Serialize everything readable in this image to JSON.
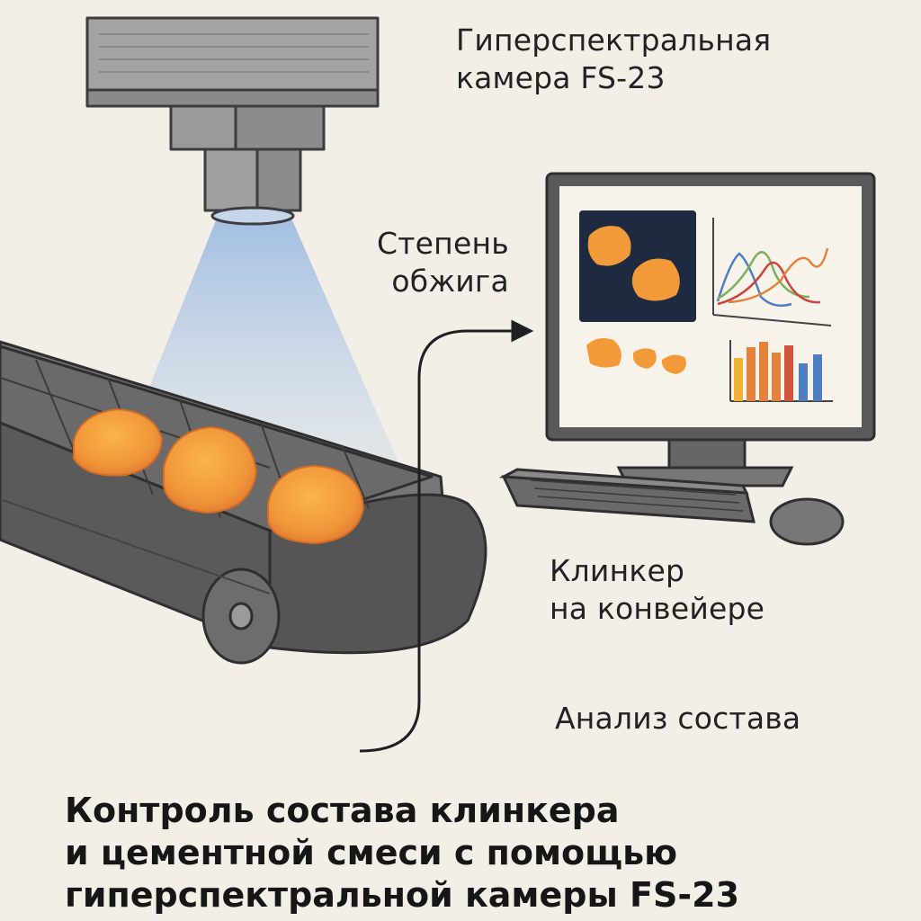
{
  "labels": {
    "camera": [
      "Гиперспектральная",
      "камера FS-23"
    ],
    "burn_degree": [
      "Степень",
      "обжига"
    ],
    "clinker": [
      "Клинкер",
      "на конвейере"
    ],
    "analysis": "Анализ состава"
  },
  "title": [
    "Контроль состава клинкера",
    "и цементной смеси с помощью",
    "гиперспектральной камеры FS-23"
  ],
  "colors": {
    "background": "#f4efe6",
    "camera_body": "#9c9c9c",
    "belt": "#5d5d5d",
    "clinker": "#f29a3a",
    "light_beam": "#b9cde6",
    "series": [
      "#4f7fc1",
      "#e4823c",
      "#7cb05a",
      "#c9463f"
    ]
  },
  "icons": [
    "hyperspectral-camera-icon",
    "conveyor-belt-icon",
    "clinker-lump-icon",
    "computer-monitor-icon",
    "keyboard-icon",
    "mouse-icon",
    "flow-arrow-icon"
  ]
}
